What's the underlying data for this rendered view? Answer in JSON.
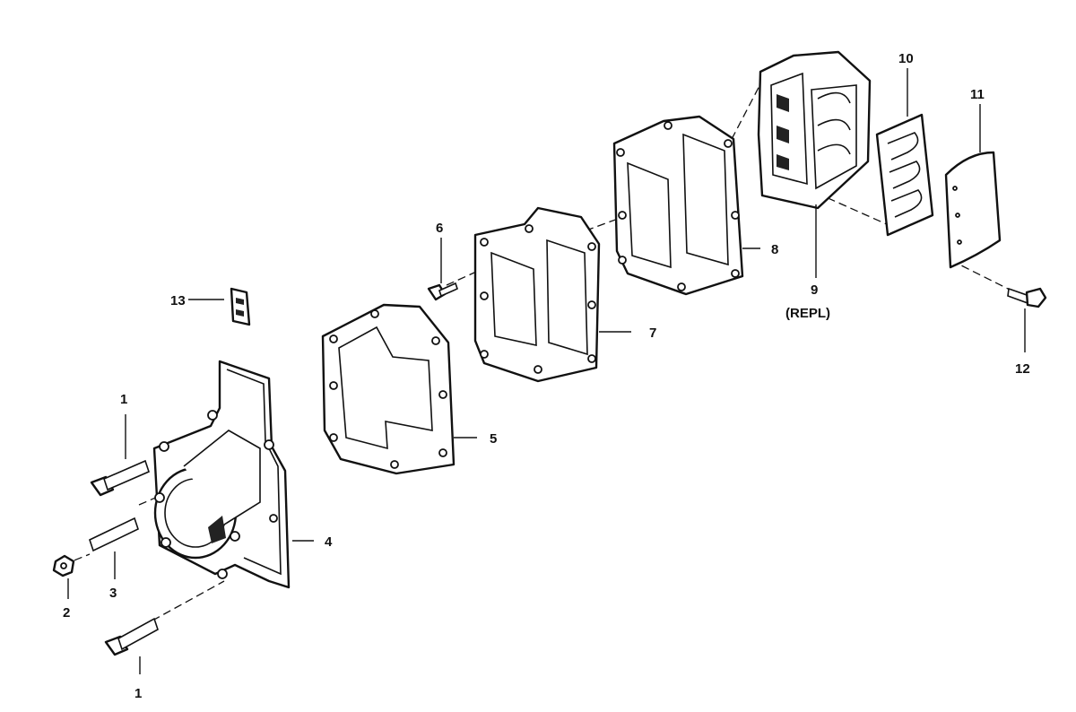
{
  "callouts": {
    "c1_top": "1",
    "c1_bottom": "1",
    "c2": "2",
    "c3": "3",
    "c4": "4",
    "c5": "5",
    "c6": "6",
    "c7": "7",
    "c8": "8",
    "c9": "9",
    "c9_note": "(REPL)",
    "c10": "10",
    "c11": "11",
    "c12": "12",
    "c13": "13"
  }
}
